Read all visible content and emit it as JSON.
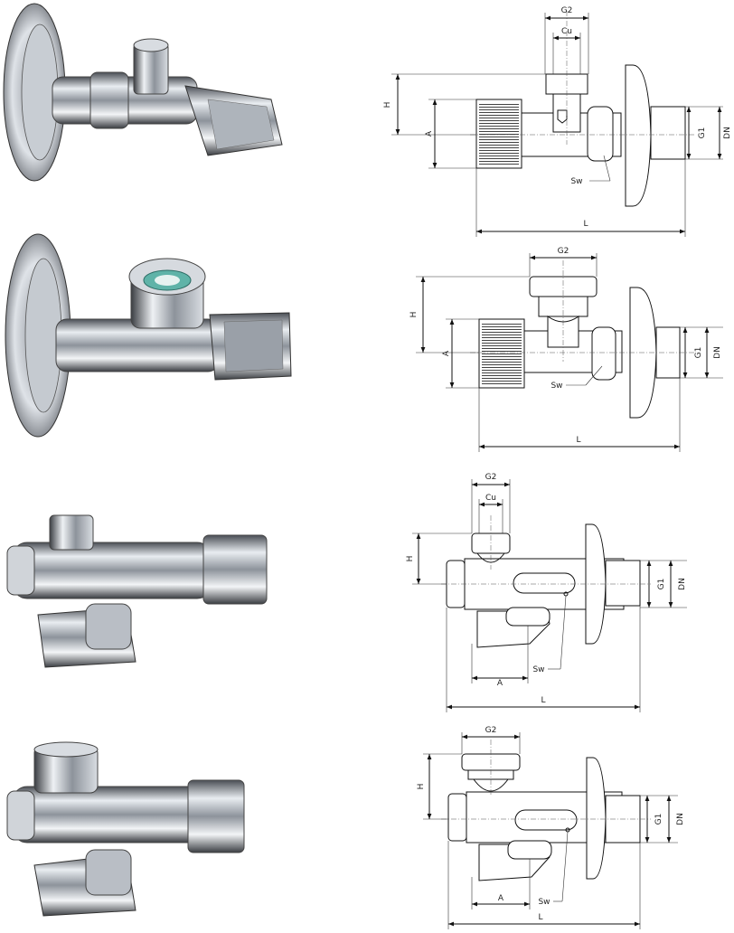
{
  "rows": [
    {
      "labels": {
        "g2": "G2",
        "cu": "Cu",
        "h": "H",
        "a": "A",
        "g1": "G1",
        "dn": "DN",
        "sw": "Sw",
        "l": "L"
      }
    },
    {
      "labels": {
        "g2": "G2",
        "h": "H",
        "a": "A",
        "g1": "G1",
        "dn": "DN",
        "sw": "Sw",
        "l": "L"
      }
    },
    {
      "labels": {
        "g2": "G2",
        "cu": "Cu",
        "h": "H",
        "a": "A",
        "g1": "G1",
        "dn": "DN",
        "sw": "Sw",
        "l": "L"
      }
    },
    {
      "labels": {
        "g2": "G2",
        "h": "H",
        "a": "A",
        "g1": "G1",
        "dn": "DN",
        "sw": "Sw",
        "l": "L"
      }
    }
  ],
  "colors": {
    "chrome_dark": "#3a3d42",
    "chrome_mid": "#9aa0a8",
    "chrome_light": "#eef1f4",
    "seal": "#5fb3a8",
    "line": "#111111"
  }
}
